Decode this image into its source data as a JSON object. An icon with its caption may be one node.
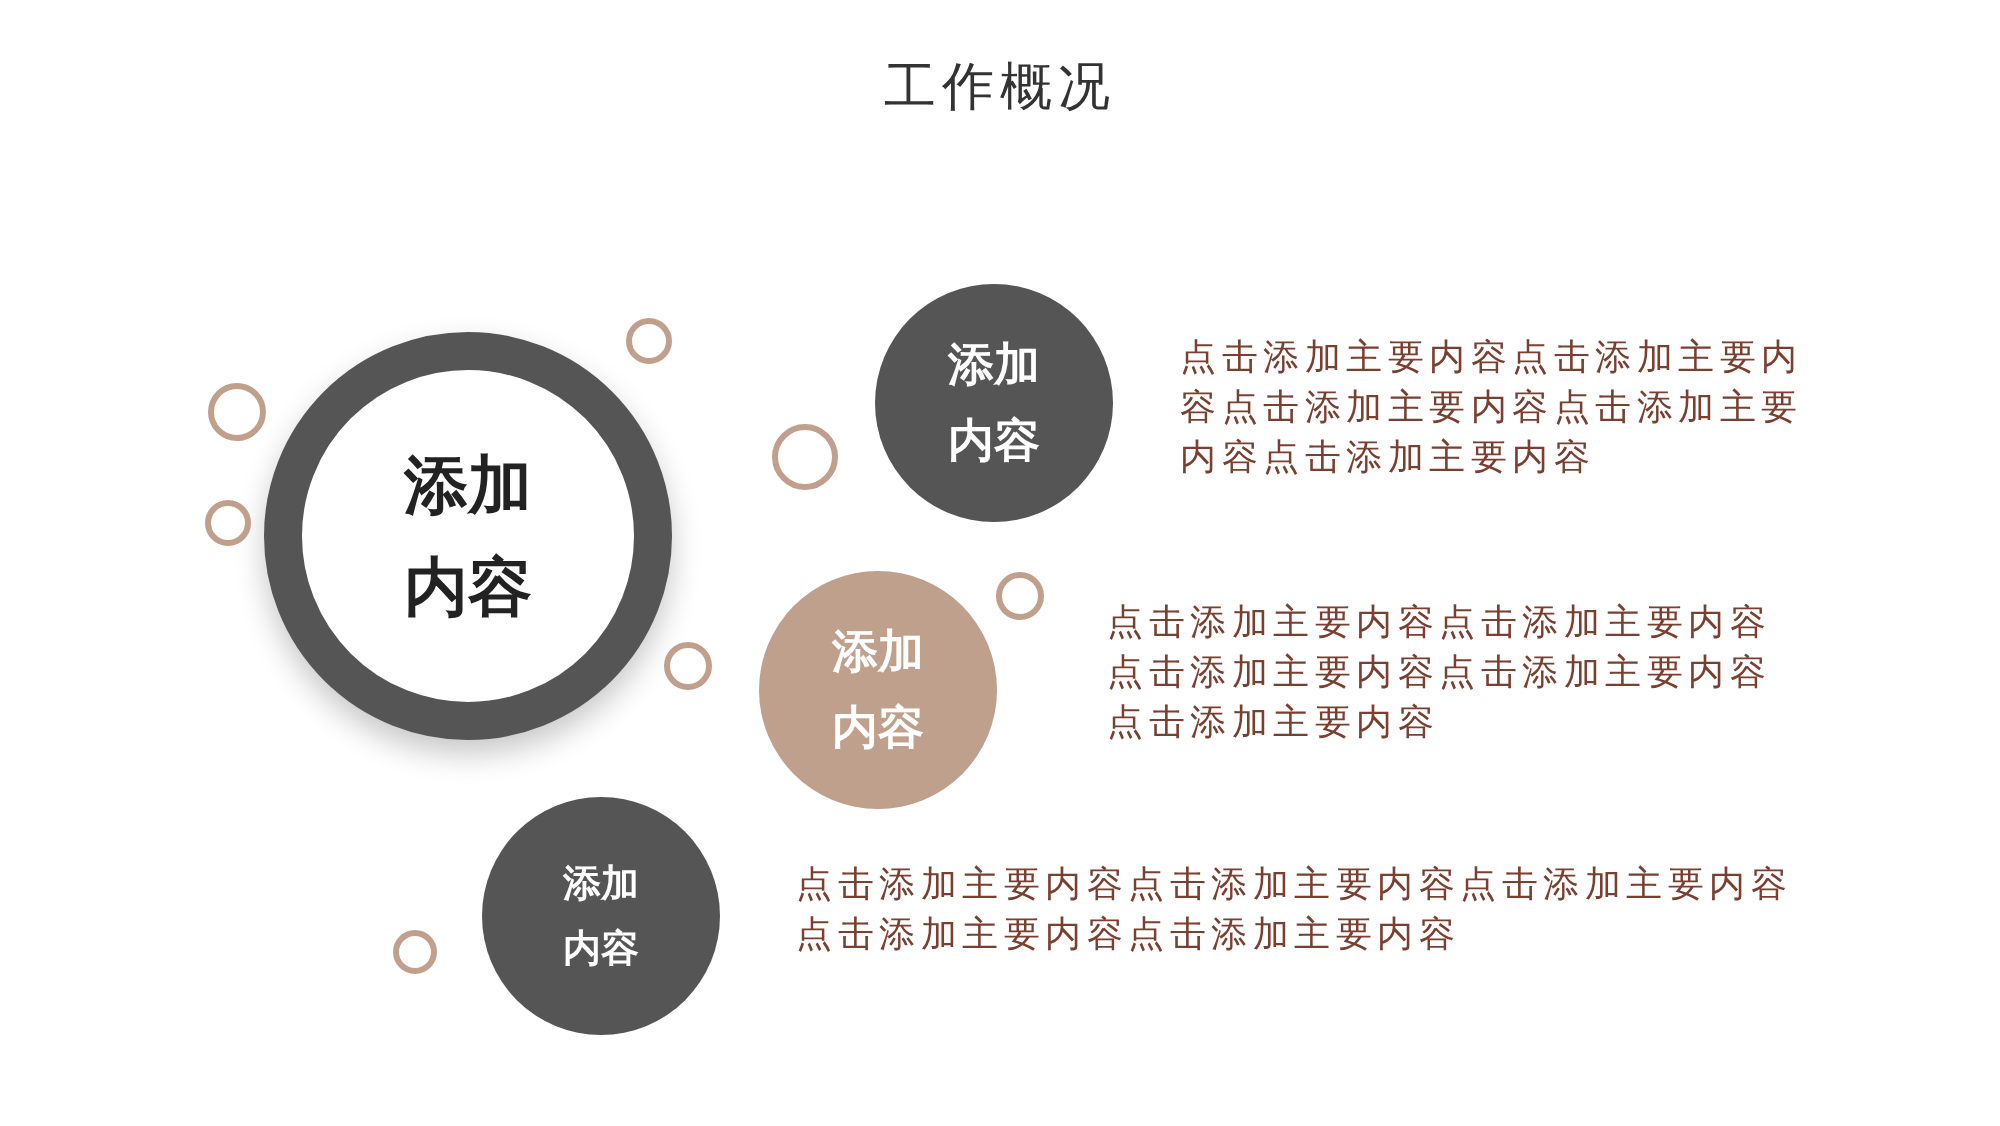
{
  "diagram": {
    "title": "工作概况",
    "nodes": [
      {
        "text": [
          "添加内容"
        ]
      },
      {
        "text": [
          "添加内容"
        ]
      },
      {
        "text": [
          "添加内容"
        ]
      },
      {
        "text": [
          "添加内容"
        ]
      },
      {
        "text": [],
        "shape": "circle"
      },
      {
        "text": [],
        "shape": "circle"
      },
      {
        "text": [],
        "shape": "circle"
      },
      {
        "text": [],
        "shape": "circle"
      },
      {
        "text": [],
        "shape": "circle"
      },
      {
        "text": [],
        "shape": "circle"
      },
      {
        "text": [],
        "shape": "circle"
      }
    ],
    "edges": [],
    "labels": [
      "点击添加主要内容点击添加主要内容点击添加主要内容点击添加主要内容点击添加主要内容",
      "点击添加主要内容点击添加主要内容点击添加主要内容点击添加主要内容点击添加主要内容",
      "点击添加主要内容点击添加主要内容点击添加主要内容点击添加主要内容点击添加主要内容"
    ]
  }
}
